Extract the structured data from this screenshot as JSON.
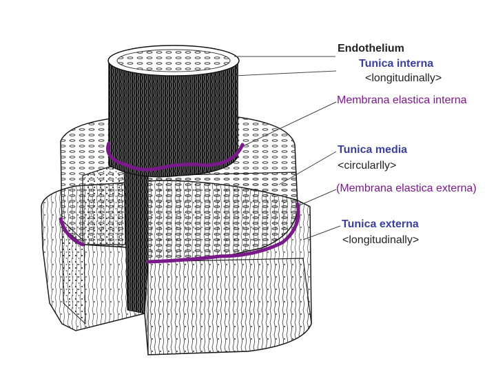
{
  "labels": {
    "endothelium": "Endothelium",
    "tunica_interna": "Tunica interna",
    "tunica_interna_note": "<longitudinally>",
    "membrana_interna": "Membrana elastica interna",
    "tunica_media": "Tunica media",
    "tunica_media_note": "<circularlly>",
    "membrana_externa": "(Membrana elastica externa)",
    "tunica_externa": "Tunica externa",
    "tunica_externa_note": "<longitudinally>"
  },
  "colors": {
    "membrane": "#7a1a8a",
    "label_blue": "#3a3f9a",
    "label_dark": "#222222",
    "ink": "#1a1a1a",
    "leader": "#444444"
  }
}
